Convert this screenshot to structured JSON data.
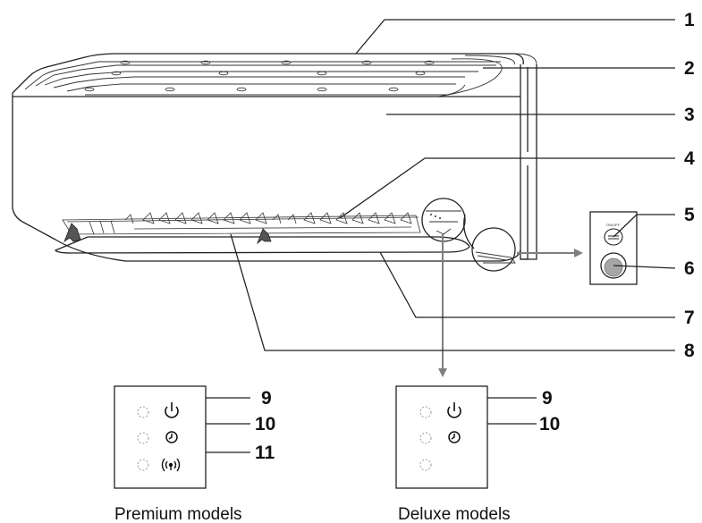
{
  "callouts": {
    "c1": "1",
    "c2": "2",
    "c3": "3",
    "c4": "4",
    "c5": "5",
    "c6": "6",
    "c7": "7",
    "c8": "8"
  },
  "premium_panel": {
    "caption": "Premium models",
    "labels": [
      "9",
      "10",
      "11"
    ],
    "icons": [
      "power-icon",
      "timer-icon",
      "wifi-icon"
    ]
  },
  "deluxe_panel": {
    "caption": "Deluxe models",
    "labels": [
      "9",
      "10"
    ],
    "icons": [
      "power-icon",
      "timer-icon"
    ]
  },
  "button_panel": {
    "label": "ON/OFF",
    "items": [
      "on-off-button",
      "sensor-window"
    ]
  },
  "colors": {
    "line": "#222222",
    "arrow_gray": "#7f7f7f",
    "knob_gray": "#a6a6a6",
    "led_dotted": "#999999"
  }
}
